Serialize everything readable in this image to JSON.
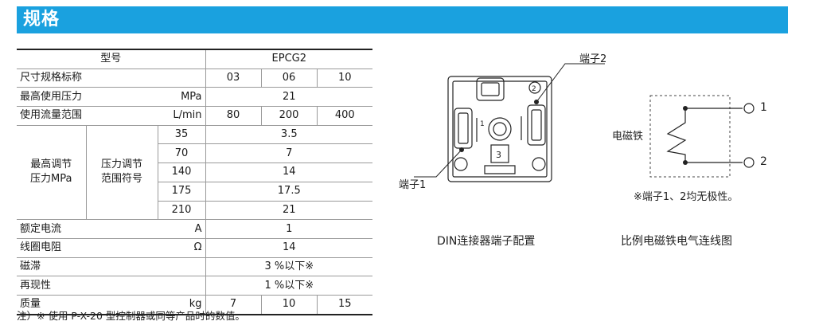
{
  "header": {
    "title": "规格"
  },
  "table": {
    "model_label": "型号",
    "model_value": "EPCG2",
    "size_label": "尺寸规格标称",
    "sizes": [
      "03",
      "06",
      "10"
    ],
    "max_pressure_label": "最高使用压力",
    "max_pressure_unit": "MPa",
    "max_pressure_value": "21",
    "flow_label": "使用流量范围",
    "flow_unit": "L/min",
    "flows": [
      "80",
      "200",
      "400"
    ],
    "max_adj_label_1": "最高调节",
    "max_adj_label_2": "压力MPa",
    "adj_code_label_1": "压力调节",
    "adj_code_label_2": "范围符号",
    "adj_rows": [
      {
        "code": "35",
        "value": "3.5"
      },
      {
        "code": "70",
        "value": "7"
      },
      {
        "code": "140",
        "value": "14"
      },
      {
        "code": "175",
        "value": "17.5"
      },
      {
        "code": "210",
        "value": "21"
      }
    ],
    "current_label": "额定电流",
    "current_unit": "A",
    "current_value": "1",
    "resistance_label": "线圈电阻",
    "resistance_unit": "Ω",
    "resistance_value": "14",
    "hysteresis_label": "磁滞",
    "hysteresis_value": "3 %以下※",
    "repeat_label": "再现性",
    "repeat_value": "1 %以下※",
    "mass_label": "质量",
    "mass_unit": "kg",
    "masses": [
      "7",
      "10",
      "15"
    ]
  },
  "note": "注）※ 使用 P-X-20 型控制器或同等产品时的数值。",
  "din": {
    "terminal2": "端子2",
    "terminal1": "端子1",
    "mark1": "1",
    "mark2": "2",
    "mark3": "3",
    "caption": "DIN连接器端子配置"
  },
  "wiring": {
    "solenoid": "电磁铁",
    "term1": "1",
    "term2": "2",
    "remark": "※端子1、2均无极性。",
    "caption": "比例电磁铁电气连线图"
  }
}
